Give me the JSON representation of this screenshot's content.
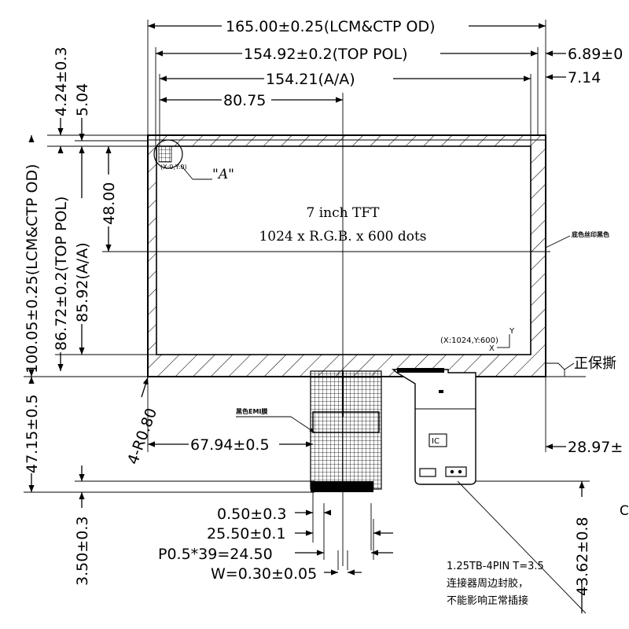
{
  "dims": {
    "lcm_width": "165.00±0.25(LCM&CTP OD)",
    "top_pol_width": "154.92±0.2(TOP POL)",
    "aa_width": "154.21(A/A)",
    "center_x": "80.75",
    "right_offset_1": "6.89±0",
    "right_offset_2": "7.14",
    "top_offset_1": "4.24±0.3",
    "top_offset_2": "5.04",
    "lcm_height": "100.05±0.25(LCM&CTP OD)",
    "top_pol_height": "86.72±0.2(TOP POL)",
    "aa_height": "85.92(A/A)",
    "center_y": "48.00",
    "fpc_total": "47.15±0.5",
    "fpc_offset": "67.94±0.5",
    "corner_radius": "4-R0.80",
    "right_fpc": "28.97±",
    "right_bottom": "43.62±0.8",
    "fpc_tail": "3.50±0.3",
    "pitch_gap": "0.50±0.3",
    "finger_width": "25.50±0.1",
    "pitch": "P0.5*39=24.50",
    "finger_w": "W=0.30±0.05",
    "edge_cut": "C"
  },
  "screen": {
    "line1": "7 inch TFT",
    "line2": "1024 x R.G.B. x 600 dots"
  },
  "annotations": {
    "detail_a": "\"A\"",
    "detail_a_coord": "(X:0,Y:0)",
    "end_coord": "(X:1024,Y:600)",
    "axis_y": "Y",
    "axis_x": "X",
    "silkscreen_note": "底色丝印黑色",
    "protect_film": "正保撕",
    "emi_note": "黑色EMI膜",
    "ic_label": "IC",
    "conn_line1": "1.25TB-4PIN T=3.5",
    "conn_line2": "连接器周边封胶，",
    "conn_line3": "不能影响正常插接"
  }
}
